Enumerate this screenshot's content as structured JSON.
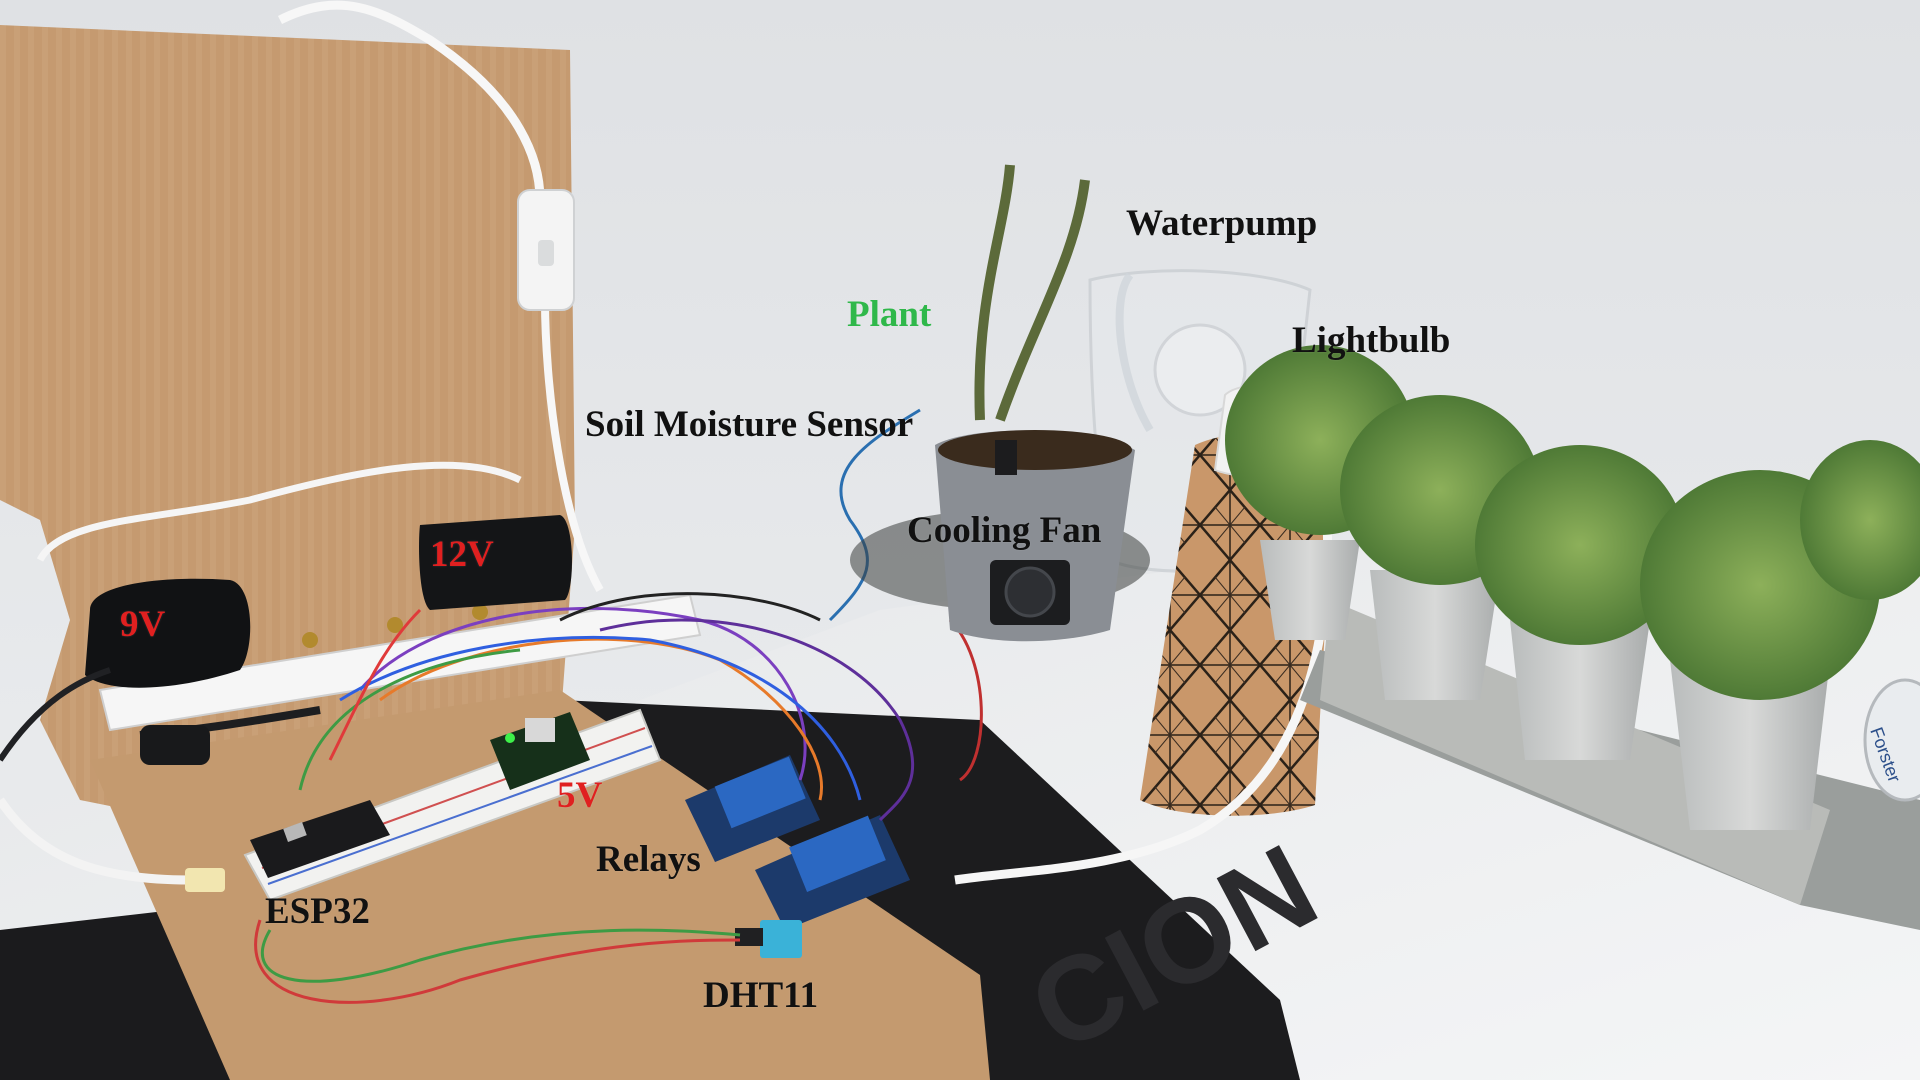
{
  "labels": {
    "waterpump": "Waterpump",
    "plant": "Plant",
    "lightbulb": "Lightbulb",
    "soil_moisture_sensor": "Soil Moisture Sensor",
    "cooling_fan": "Cooling Fan",
    "v12": "12V",
    "v9": "9V",
    "v5": "5V",
    "relays": "Relays",
    "esp32": "ESP32",
    "dht11": "DHT11"
  },
  "label_colors": {
    "default": "#111111",
    "voltage": "#e02020",
    "plant": "#2fb84a"
  },
  "mat_text": "CION",
  "tape_text": "Forster"
}
